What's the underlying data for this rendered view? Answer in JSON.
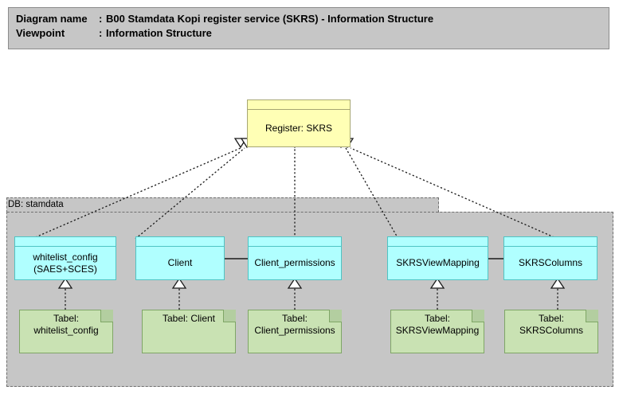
{
  "header": {
    "rows": [
      {
        "label": "Diagram name",
        "separator": ":",
        "value": "B00 Stamdata Kopi register service (SKRS) - Information Structure"
      },
      {
        "label": "Viewpoint",
        "separator": ":",
        "value": "Information Structure"
      }
    ]
  },
  "diagram": {
    "register": {
      "label": "Register: SKRS",
      "color": "#ffffb5"
    },
    "container": {
      "label": "DB: stamdata",
      "color": "#c6c6c6"
    },
    "entities": [
      {
        "label": "whitelist_config\n(SAES+SCES)",
        "color": "#b0ffff"
      },
      {
        "label": "Client",
        "color": "#b0ffff"
      },
      {
        "label": "Client_permissions",
        "color": "#b0ffff"
      },
      {
        "label": "SKRSViewMapping",
        "color": "#b0ffff"
      },
      {
        "label": "SKRSColumns",
        "color": "#b0ffff"
      }
    ],
    "tables": [
      {
        "label": "Tabel:\nwhitelist_config",
        "color": "#c9e2b3"
      },
      {
        "label": "Tabel: Client",
        "color": "#c9e2b3"
      },
      {
        "label": "Tabel:\nClient_permissions",
        "color": "#c9e2b3"
      },
      {
        "label": "Tabel:\nSKRSViewMapping",
        "color": "#c9e2b3"
      },
      {
        "label": "Tabel: SKRSColumns",
        "color": "#c9e2b3"
      }
    ],
    "relations": {
      "realization_style": "dotted-hollow-triangle",
      "association_style": "solid-line",
      "associations": [
        "Client — Client_permissions",
        "SKRSViewMapping — SKRSColumns"
      ]
    }
  }
}
